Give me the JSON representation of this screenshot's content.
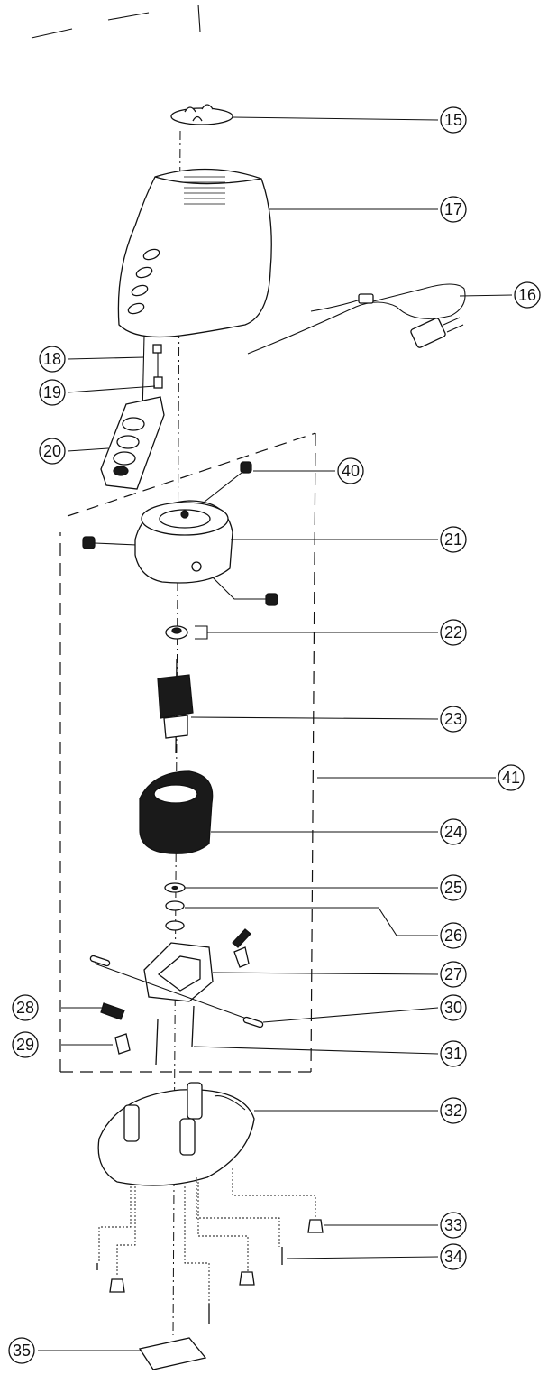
{
  "callouts": [
    {
      "id": "15",
      "label": "15"
    },
    {
      "id": "16",
      "label": "16"
    },
    {
      "id": "17",
      "label": "17"
    },
    {
      "id": "18",
      "label": "18"
    },
    {
      "id": "19",
      "label": "19"
    },
    {
      "id": "20",
      "label": "20"
    },
    {
      "id": "21",
      "label": "21"
    },
    {
      "id": "22",
      "label": "22"
    },
    {
      "id": "23",
      "label": "23"
    },
    {
      "id": "24",
      "label": "24"
    },
    {
      "id": "25",
      "label": "25"
    },
    {
      "id": "26",
      "label": "26"
    },
    {
      "id": "27",
      "label": "27"
    },
    {
      "id": "28",
      "label": "28"
    },
    {
      "id": "29",
      "label": "29"
    },
    {
      "id": "30",
      "label": "30"
    },
    {
      "id": "31",
      "label": "31"
    },
    {
      "id": "32",
      "label": "32"
    },
    {
      "id": "33",
      "label": "33"
    },
    {
      "id": "34",
      "label": "34"
    },
    {
      "id": "35",
      "label": "35"
    },
    {
      "id": "40",
      "label": "40"
    },
    {
      "id": "41",
      "label": "41"
    }
  ]
}
